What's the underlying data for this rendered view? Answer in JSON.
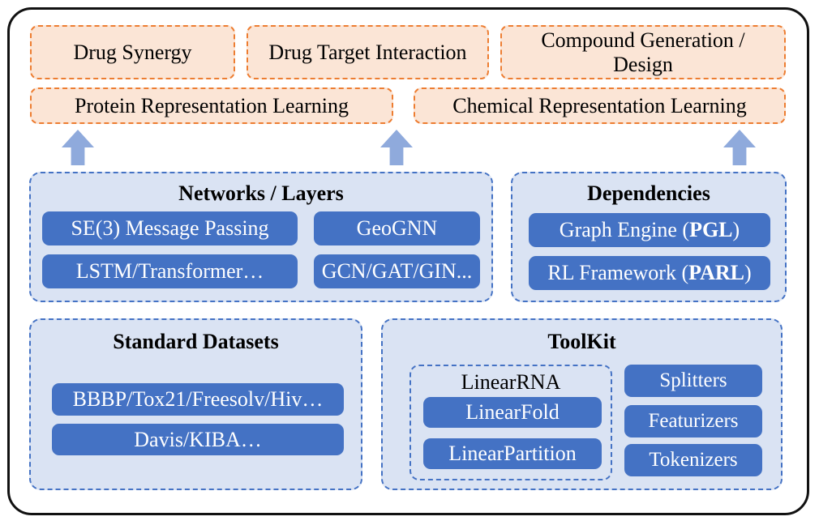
{
  "tasks": {
    "drug_synergy": "Drug Synergy",
    "drug_target_interaction": "Drug Target Interaction",
    "compound_generation": "Compound Generation /\nDesign",
    "protein_repr": "Protein Representation Learning",
    "chemical_repr": "Chemical Representation Learning"
  },
  "networks": {
    "title": "Networks / Layers",
    "buttons": [
      "SE(3) Message Passing",
      "GeoGNN",
      "LSTM/Transformer…",
      "GCN/GAT/GIN..."
    ]
  },
  "dependencies": {
    "title": "Dependencies",
    "items": [
      {
        "prefix": "Graph Engine (",
        "bold": "PGL",
        "suffix": ")"
      },
      {
        "prefix": "RL Framework (",
        "bold": "PARL",
        "suffix": ")"
      }
    ]
  },
  "datasets": {
    "title": "Standard Datasets",
    "buttons": [
      "BBBP/Tox21/Freesolv/Hiv…",
      "Davis/KIBA…"
    ]
  },
  "toolkit": {
    "title": "ToolKit",
    "linear_rna": {
      "title": "LinearRNA",
      "buttons": [
        "LinearFold",
        "LinearPartition"
      ]
    },
    "buttons": [
      "Splitters",
      "Featurizers",
      "Tokenizers"
    ]
  },
  "colors": {
    "orange_border": "#ED7D31",
    "orange_fill": "#FBE5D6",
    "blue_border": "#4472C4",
    "panel_fill": "#DAE3F3",
    "chip_fill": "#4472C4",
    "arrow_fill": "#8FAADC",
    "frame_border": "#111111"
  }
}
